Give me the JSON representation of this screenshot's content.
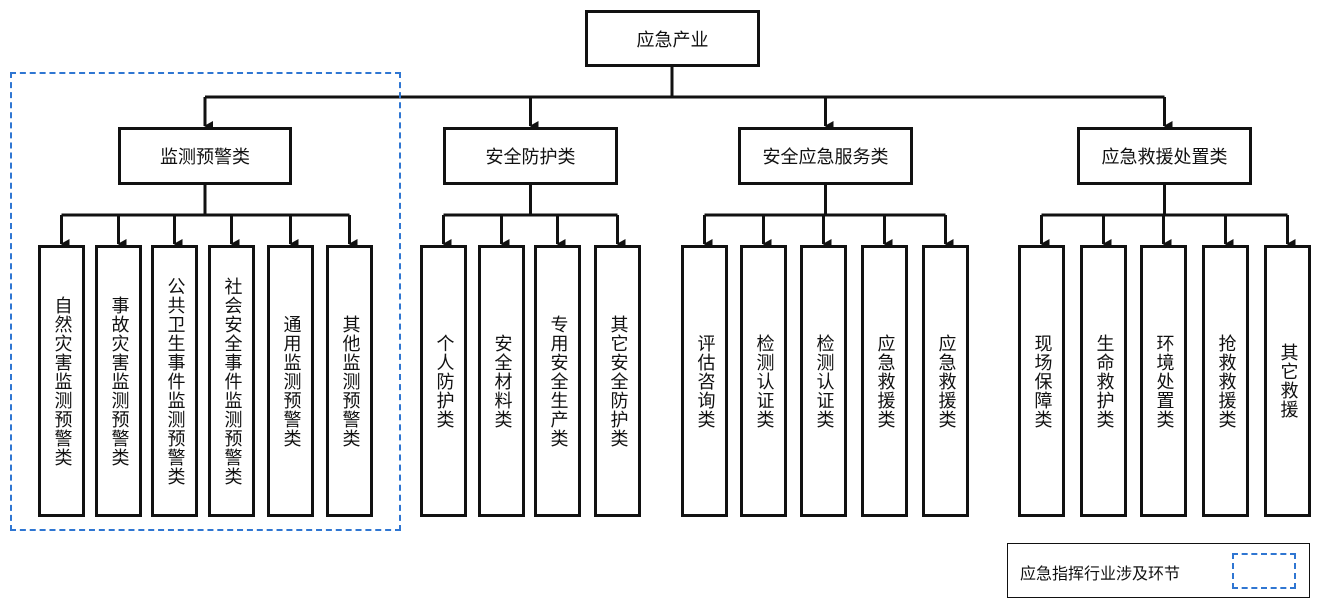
{
  "title": "应急产业",
  "categories": [
    {
      "label": "监测预警类",
      "highlighted": true,
      "children": [
        "自然灾害监测预警类",
        "事故灾害监测预警类",
        "公共卫生事件监测预警类",
        "社会安全事件监测预警类",
        "通用监测预警类",
        "其他监测预警类"
      ]
    },
    {
      "label": "安全防护类",
      "highlighted": false,
      "children": [
        "个人防护类",
        "安全材料类",
        "专用安全生产类",
        "其它安全防护类"
      ]
    },
    {
      "label": "安全应急服务类",
      "highlighted": false,
      "children": [
        "评估咨询类",
        "检测认证类",
        "检测认证类",
        "应急救援类",
        "应急救援类"
      ]
    },
    {
      "label": "应急救援处置类",
      "highlighted": false,
      "children": [
        "现场保障类",
        "生命救护类",
        "环境处置类",
        "抢救救援类",
        "其它救援"
      ]
    }
  ],
  "legend": {
    "label": "应急指挥行业涉及环节",
    "color": "#2f76d2"
  },
  "colors": {
    "line": "#111111",
    "highlight": "#2f76d2"
  }
}
